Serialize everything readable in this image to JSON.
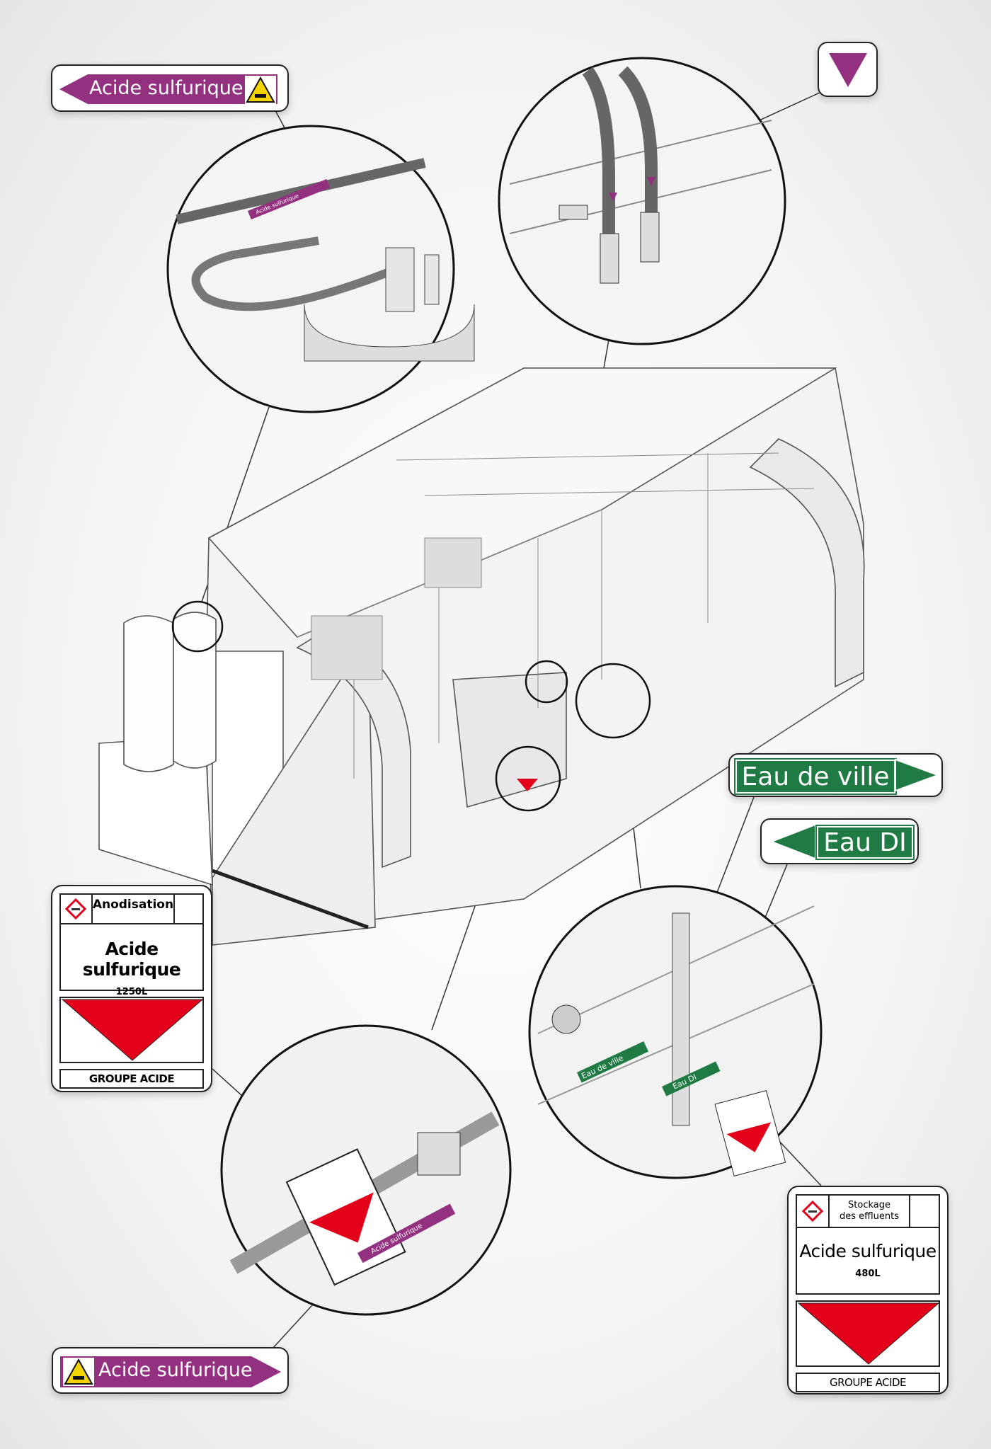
{
  "labels": {
    "top_left_pipe": "Acide sulfurique",
    "bottom_left_pipe": "Acide sulfurique",
    "eau_ville": "Eau de ville",
    "eau_di": "Eau DI",
    "small_acid_1": "Acide sulfurique",
    "small_acid_2": "Acide sulfurique",
    "small_eau_ville": "Eau de ville",
    "small_eau_di": "Eau DI"
  },
  "panels": [
    {
      "header": "Anodisation",
      "title": "Acide sulfurique",
      "volume": "1250L",
      "group": "GROUPE ACIDE"
    },
    {
      "header_line1": "Stockage",
      "header_line2": "des effluents",
      "title": "Acide sulfurique",
      "volume": "480L",
      "group": "GROUPE ACIDE"
    }
  ],
  "icons": {
    "corrosive": "corrosive-hazard-icon",
    "direction_down": "triangle-down-icon",
    "ghs": "ghs-corrosive-diamond-icon"
  },
  "colors": {
    "acid_purple": "#93307f",
    "water_green": "#1f7a43",
    "hazard_red": "#e2001a",
    "warning_yellow": "#f4d400"
  }
}
